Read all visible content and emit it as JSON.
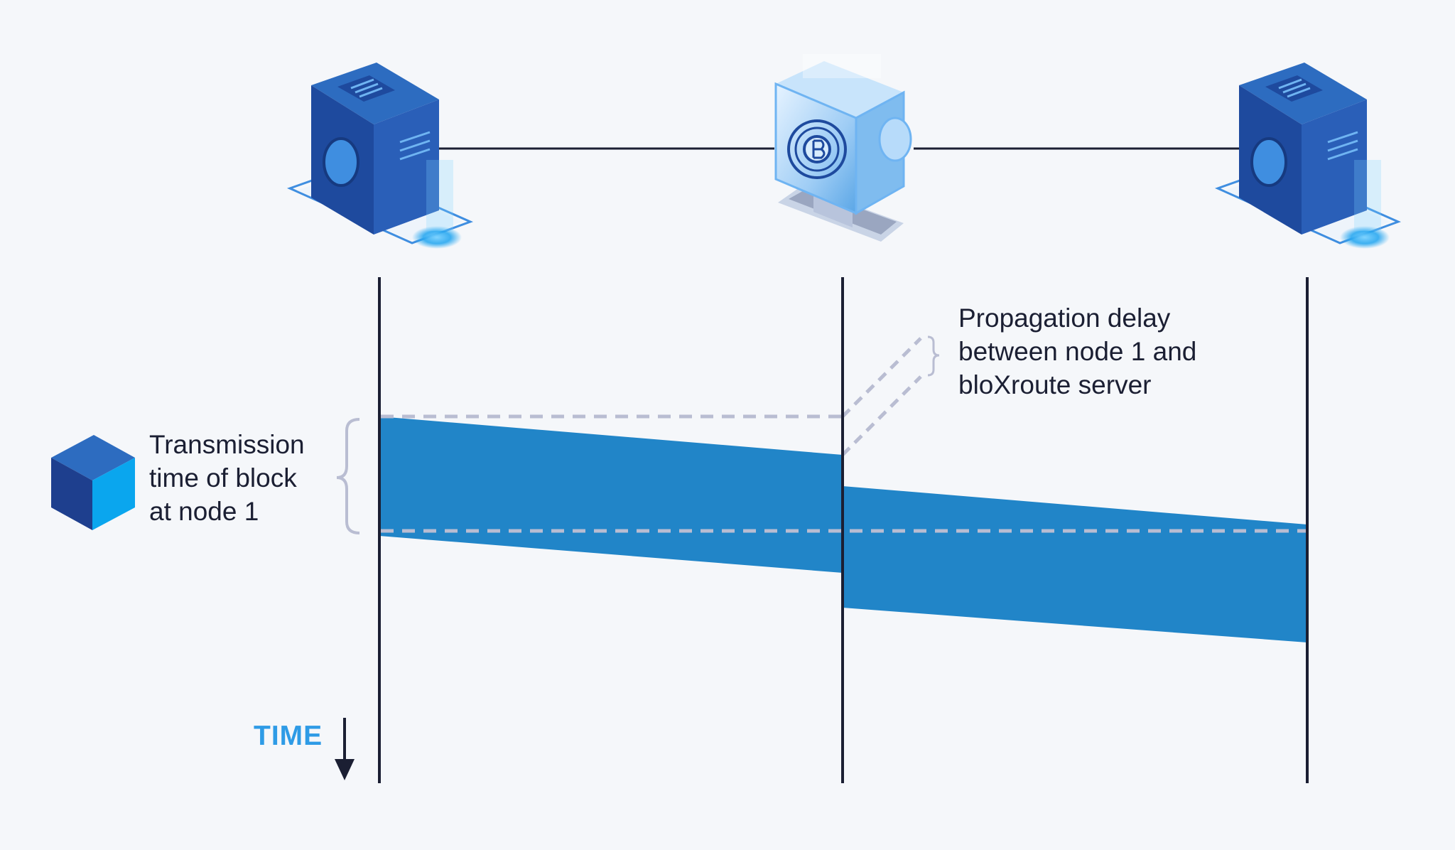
{
  "labels": {
    "transmission": [
      "Transmission",
      "time of block",
      "at node 1"
    ],
    "propagation": [
      "Propagation delay",
      "between node 1 and",
      "bloXroute server"
    ],
    "time": "TIME"
  },
  "icons": {
    "left_node": "server-tower-icon",
    "center_node": "bloxroute-server-icon",
    "right_node": "server-tower-icon",
    "block": "block-cube-icon"
  },
  "colors": {
    "background": "#f5f7fa",
    "timeline": "#1b1f33",
    "band": "#2185c8",
    "dashed": "#b9bdd2",
    "time_label": "#2e9be6",
    "text": "#1b1f33",
    "server_dark": "#1e4a9e",
    "server_mid": "#2d6cc0",
    "server_light": "#3f8ee0",
    "glow": "#29a8f0"
  }
}
